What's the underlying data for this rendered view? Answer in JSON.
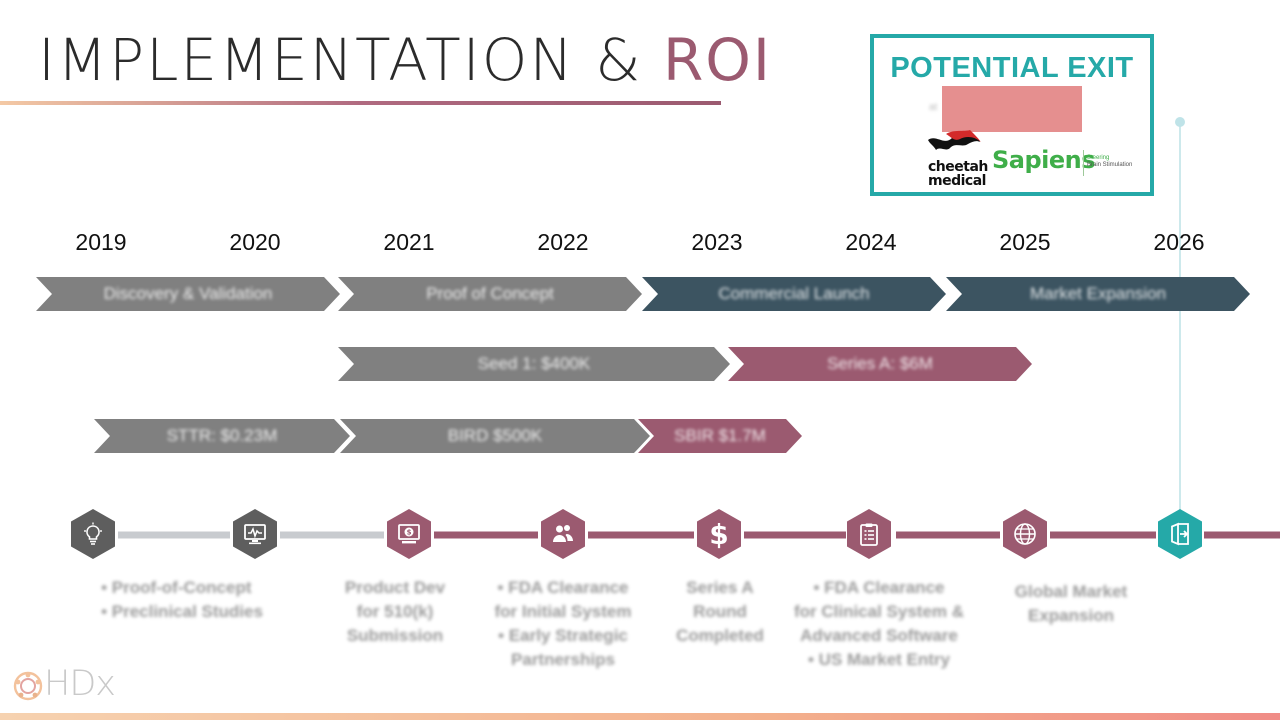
{
  "slide": {
    "title_main": "IMPLEMENTATION & ",
    "title_accent": "ROI"
  },
  "potential_exit": {
    "title": "POTENTIAL EXIT",
    "prefix": "at",
    "logos": {
      "cheetah_line1": "cheetah",
      "cheetah_line2": "medical",
      "sapiens": "Sapiens",
      "sapiens_tag1": "Steering",
      "sapiens_tag2": "Brain Stimulation"
    }
  },
  "years": [
    "2019",
    "2020",
    "2021",
    "2022",
    "2023",
    "2024",
    "2025",
    "2026"
  ],
  "phases": [
    {
      "label": "Discovery & Validation",
      "color": "#808080"
    },
    {
      "label": "Proof of Concept",
      "color": "#808080"
    },
    {
      "label": "Commercial Launch",
      "color": "#3c5461"
    },
    {
      "label": "Market Expansion",
      "color": "#3c5461"
    }
  ],
  "funding_rounds": [
    {
      "label": "Seed 1: $400K",
      "color": "#808080"
    },
    {
      "label": "Series A: $6M",
      "color": "#9b5a70"
    }
  ],
  "grants": [
    {
      "label": "STTR: $0.23M",
      "color": "#808080"
    },
    {
      "label": "BIRD $500K",
      "color": "#808080"
    },
    {
      "label": "SBIR $1.7M",
      "color": "#9b5a70"
    }
  ],
  "colors": {
    "gray": "#808080",
    "mauve": "#9b5a70",
    "slate": "#3c5461",
    "dark_gray": "#5e5e5e",
    "teal": "#25a9a8",
    "connector_gray": "#c8cbcf"
  },
  "milestones": [
    {
      "icon": "lightbulb-icon",
      "color": "#5e5e5e",
      "lines": [
        "• Proof-of-Concept",
        "• Preclinical Studies"
      ]
    },
    {
      "icon": "monitor-icon",
      "color": "#5e5e5e",
      "lines": []
    },
    {
      "icon": "dollar-screen-icon",
      "color": "#9b5a70",
      "lines": [
        "Product Dev",
        "for 510(k)",
        "Submission"
      ]
    },
    {
      "icon": "users-icon",
      "color": "#9b5a70",
      "lines": [
        "• FDA Clearance",
        "for Initial System",
        "• Early Strategic",
        "Partnerships"
      ]
    },
    {
      "icon": "dollar-sign-icon",
      "color": "#9b5a70",
      "symbol": "$",
      "lines": [
        "Series A",
        "Round",
        "Completed"
      ]
    },
    {
      "icon": "clipboard-icon",
      "color": "#9b5a70",
      "lines": [
        "• FDA Clearance",
        "for Clinical System &",
        "Advanced Software",
        "• US Market Entry"
      ]
    },
    {
      "icon": "globe-icon",
      "color": "#9b5a70",
      "lines": [
        "Global Market",
        "Expansion"
      ]
    },
    {
      "icon": "exit-door-icon",
      "color": "#25a9a8",
      "lines": []
    }
  ],
  "brand": {
    "name": "HDx"
  }
}
